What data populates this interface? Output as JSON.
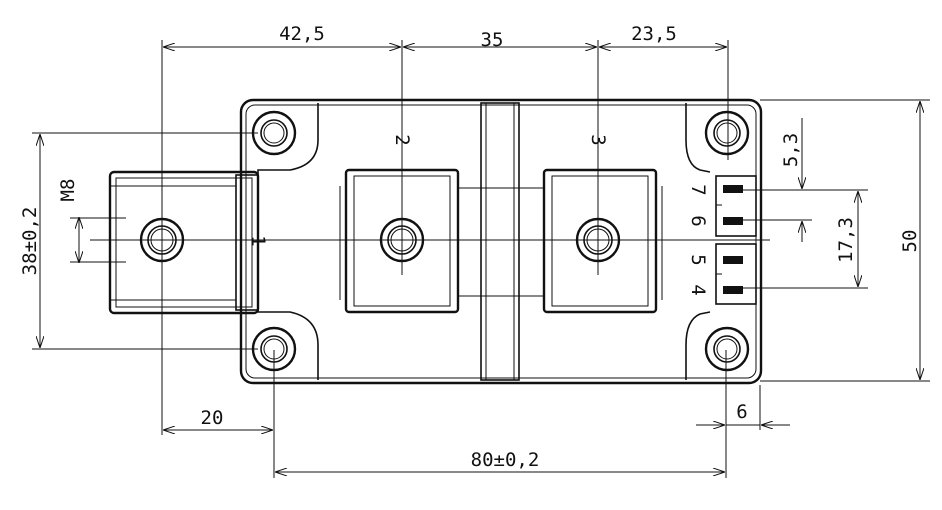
{
  "drawing": {
    "dimensions": {
      "d_42_5": "42,5",
      "d_35": "35",
      "d_23_5": "23,5",
      "d_5_3": "5,3",
      "d_17_3": "17,3",
      "d_50": "50",
      "d_38": "38±0,2",
      "d_m8": "M8",
      "d_20": "20",
      "d_6": "6",
      "d_80": "80±0,2"
    },
    "terminals": {
      "t1": "1",
      "t2": "2",
      "t3": "3",
      "t4": "4",
      "t5": "5",
      "t6": "6",
      "t7": "7"
    }
  }
}
